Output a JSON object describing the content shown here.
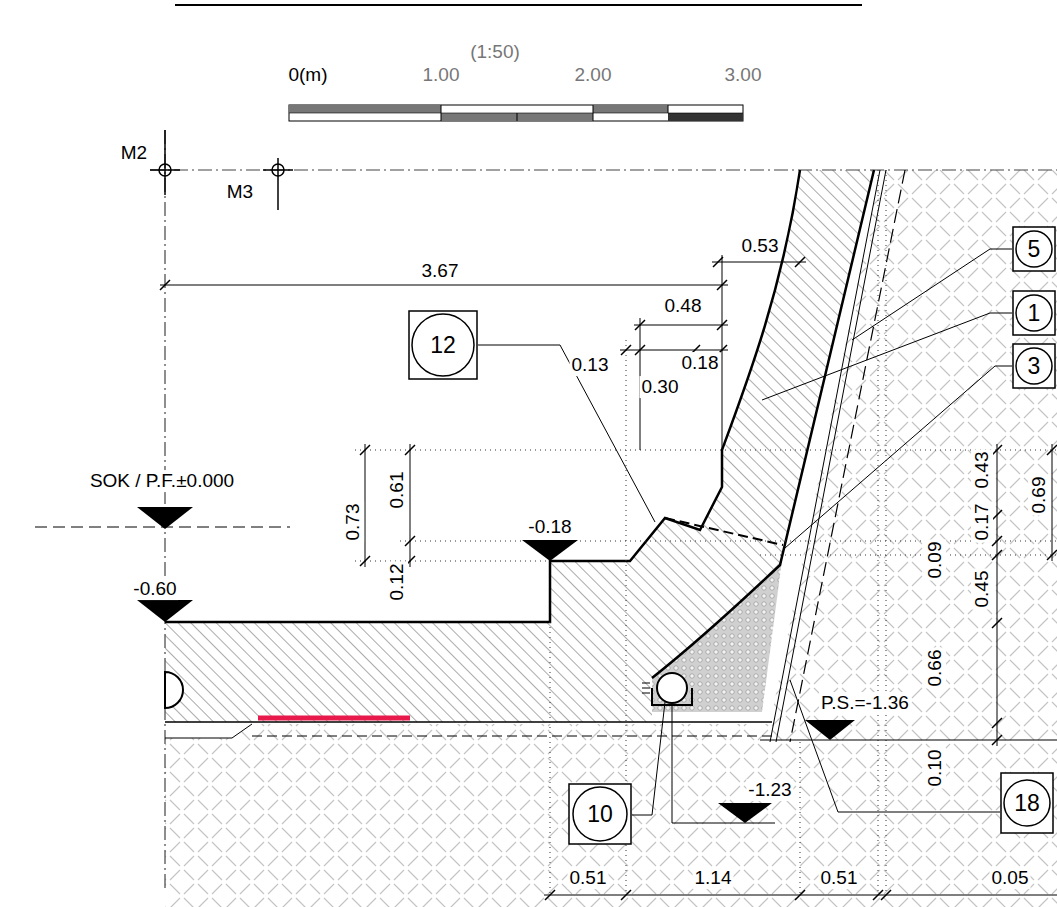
{
  "diagram": {
    "nodes": [
      {
        "text": [
          "5"
        ]
      },
      {
        "text": [
          "1"
        ]
      },
      {
        "text": [
          "12"
        ]
      },
      {
        "text": [
          "3"
        ]
      },
      {
        "text": [
          "10"
        ]
      },
      {
        "text": [
          "18"
        ]
      }
    ],
    "labels": [
      "0(m)",
      "(1:50)",
      "1.00",
      "2.00",
      "3.00",
      "M2",
      "M3",
      "0.53",
      "3.67",
      "0.48",
      "0.13",
      "0.18",
      "0.30",
      "0.73",
      "0.61",
      "0.12",
      "SOK / P.F.±0.000",
      "-0.18",
      "-0.60",
      "0.43",
      "0.17",
      "0.69",
      "0.09",
      "0.45",
      "0.66",
      "0.10",
      "P.S.=-1.36",
      "-1.23",
      "0.51",
      "1.14",
      "0.51",
      "0.05"
    ]
  }
}
